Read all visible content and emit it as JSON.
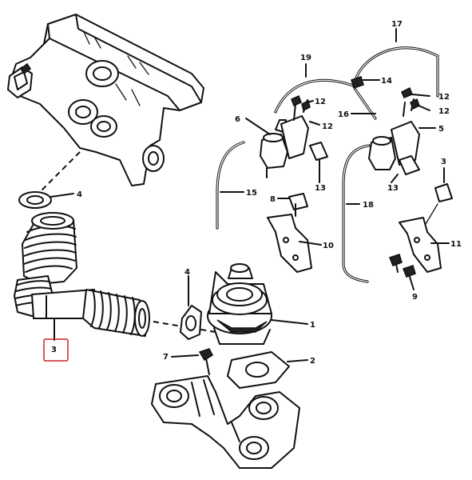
{
  "diagram": {
    "callouts": [
      {
        "id": "c17",
        "label": "17"
      },
      {
        "id": "c19",
        "label": "19"
      },
      {
        "id": "c14",
        "label": "14"
      },
      {
        "id": "c12a",
        "label": "12"
      },
      {
        "id": "c12b",
        "label": "12"
      },
      {
        "id": "c12c",
        "label": "12"
      },
      {
        "id": "c12d",
        "label": "12"
      },
      {
        "id": "c16",
        "label": "16"
      },
      {
        "id": "c6",
        "label": "6"
      },
      {
        "id": "c5",
        "label": "5"
      },
      {
        "id": "c13a",
        "label": "13"
      },
      {
        "id": "c13b",
        "label": "13"
      },
      {
        "id": "c15",
        "label": "15"
      },
      {
        "id": "c8",
        "label": "8"
      },
      {
        "id": "c18",
        "label": "18"
      },
      {
        "id": "c3b",
        "label": "3"
      },
      {
        "id": "c10",
        "label": "10"
      },
      {
        "id": "c11",
        "label": "11"
      },
      {
        "id": "c9",
        "label": "9"
      },
      {
        "id": "c4a",
        "label": "4"
      },
      {
        "id": "c4b",
        "label": "4"
      },
      {
        "id": "c1",
        "label": "1"
      },
      {
        "id": "c7",
        "label": "7"
      },
      {
        "id": "c2",
        "label": "2"
      },
      {
        "id": "c3",
        "label": "3"
      }
    ],
    "highlight_color": "#cc2222"
  }
}
